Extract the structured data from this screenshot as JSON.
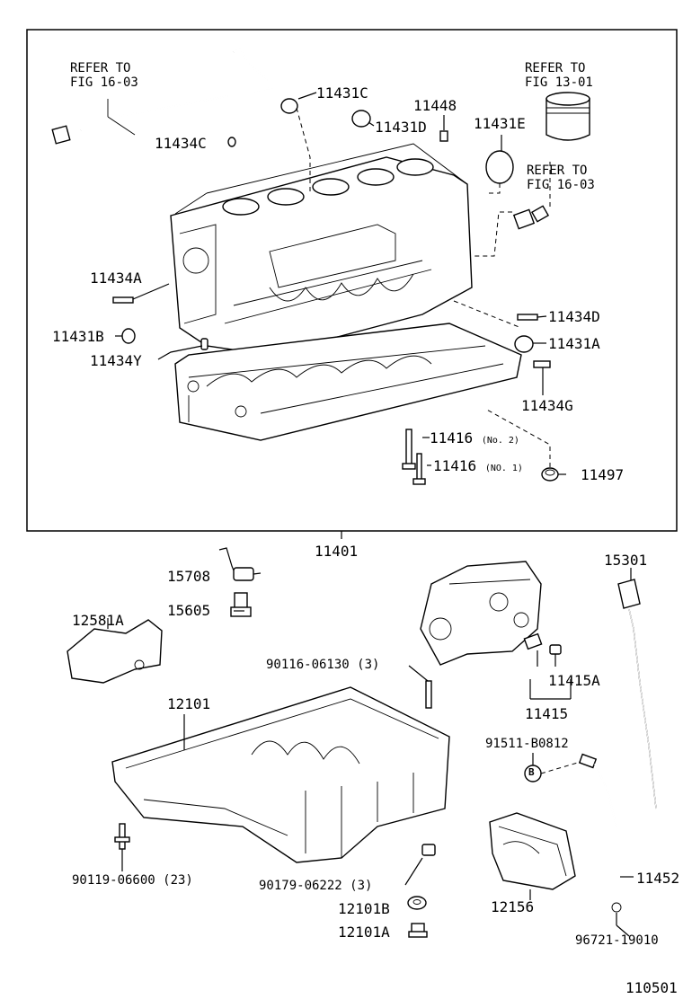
{
  "refs": {
    "ref_fig_16_03_a_line1": "REFER TO",
    "ref_fig_16_03_a_line2": "FIG 16-03",
    "ref_fig_13_01_line1": "REFER TO",
    "ref_fig_13_01_line2": "FIG 13-01",
    "ref_fig_16_03_b_line1": "REFER TO",
    "ref_fig_16_03_b_line2": "FIG 16-03"
  },
  "parts": {
    "p11431C": "11431C",
    "p11448": "11448",
    "p11431D": "11431D",
    "p11431E": "11431E",
    "p11434C": "11434C",
    "p11434A": "11434A",
    "p11431B": "11431B",
    "p11434Y": "11434Y",
    "p11434D": "11434D",
    "p11431A": "11431A",
    "p11434G": "11434G",
    "p11416_no2": "11416",
    "p11416_no2_note": "(No. 2)",
    "p11416_no1": "11416",
    "p11416_no1_note": "(NO. 1)",
    "p11497": "11497",
    "p11401": "11401",
    "p15708": "15708",
    "p15605": "15605",
    "p12581A": "12581A",
    "p90116": "90116-06130 (3)",
    "p12101": "12101",
    "p11415A": "11415A",
    "p11415": "11415",
    "p15301": "15301",
    "p91511": "91511-B0812",
    "p91511_mark": "B",
    "p90119": "90119-06600 (23)",
    "p90179": "90179-06222 (3)",
    "p12101B": "12101B",
    "p12101A": "12101A",
    "p12156": "12156",
    "p11452": "11452",
    "p96721": "96721-19010"
  },
  "footer": {
    "figure_code": "110501"
  }
}
